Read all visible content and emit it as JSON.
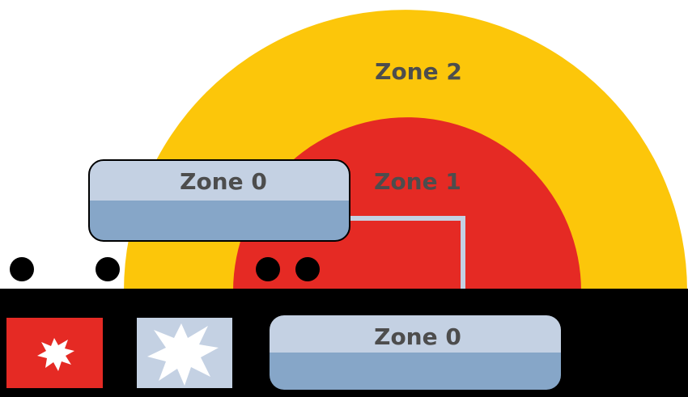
{
  "zones": {
    "zone2_label": "Zone 2",
    "zone1_label": "Zone 1",
    "zone0_upper_label": "Zone 0",
    "zone0_lower_label": "Zone 0"
  },
  "colors": {
    "zone2": "#fcc60a",
    "zone1": "#e52a24",
    "zone0_top": "#c4d1e3",
    "zone0_bottom": "#86a6c8",
    "ground": "#000000",
    "pipe": "#c4d1e3",
    "label_text": "#4d4d4d",
    "hazard_red_tile": "#e52a24",
    "hazard_blue_tile": "#c4d1e3",
    "burst": "#ffffff"
  },
  "icons": {
    "left_tile": "explosion-burst-icon",
    "right_tile": "explosion-burst-icon"
  }
}
